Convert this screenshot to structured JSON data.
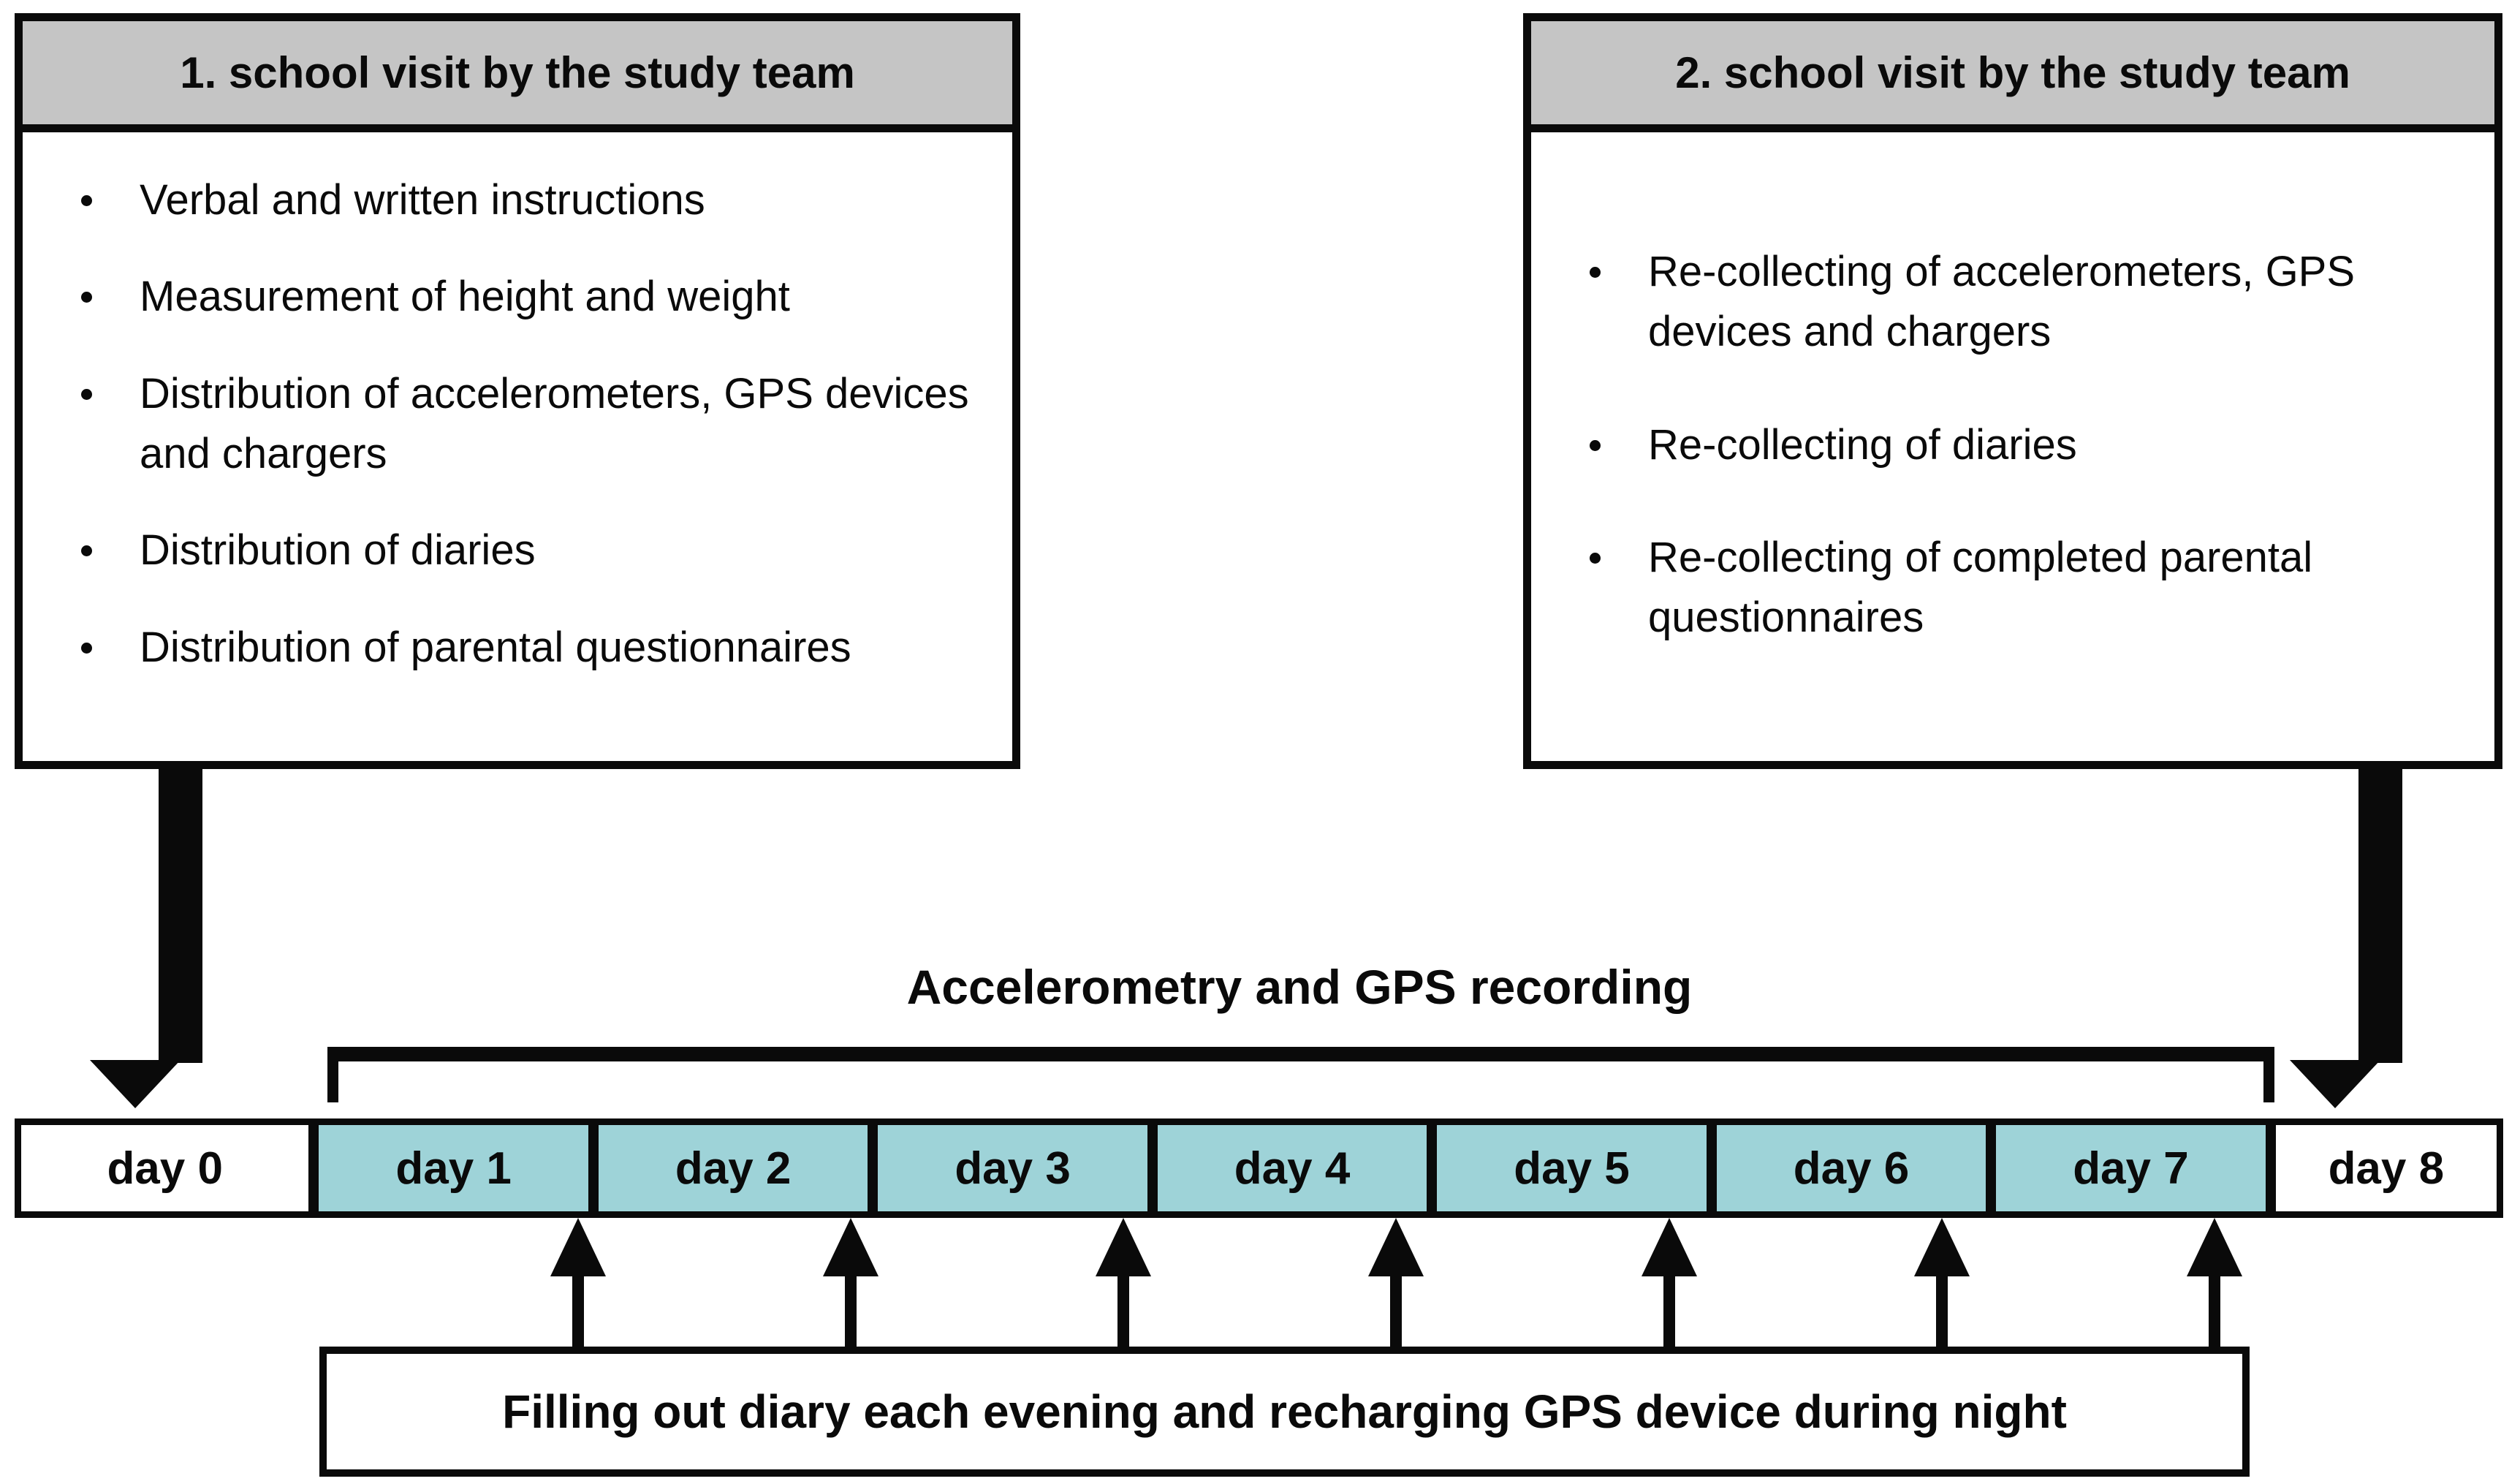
{
  "visit1": {
    "title": "1. school visit by the study team",
    "items": [
      "Verbal and written instructions",
      "Measurement of height and weight",
      "Distribution of accelerometers, GPS devices and chargers",
      "Distribution of diaries",
      "Distribution of parental questionnaires"
    ]
  },
  "visit2": {
    "title": "2. school visit by the study team",
    "items": [
      "Re-collecting of accelerometers, GPS devices and chargers",
      "Re-collecting of diaries",
      "Re-collecting of completed parental questionnaires"
    ]
  },
  "recording": {
    "label": "Accelerometry and GPS recording"
  },
  "diary": {
    "label": "Filling out diary each evening and recharging GPS device during night"
  },
  "timeline": {
    "days": [
      {
        "label": "day 0",
        "highlighted": false
      },
      {
        "label": "day 1",
        "highlighted": true
      },
      {
        "label": "day 2",
        "highlighted": true
      },
      {
        "label": "day 3",
        "highlighted": true
      },
      {
        "label": "day 4",
        "highlighted": true
      },
      {
        "label": "day 5",
        "highlighted": true
      },
      {
        "label": "day 6",
        "highlighted": true
      },
      {
        "label": "day 7",
        "highlighted": true
      },
      {
        "label": "day 8",
        "highlighted": false
      }
    ]
  },
  "colors": {
    "highlight_teal": "#9ed3d8",
    "header_gray": "#c5c5c5",
    "line_black": "#0a0a0a"
  }
}
